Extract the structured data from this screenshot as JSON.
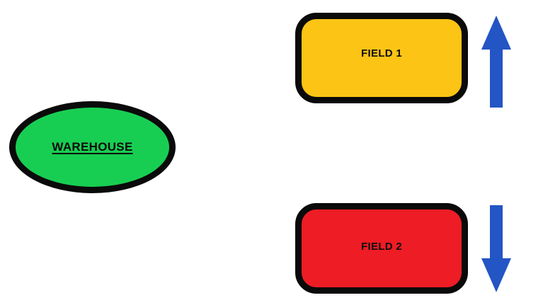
{
  "diagram": {
    "title": "warehouse-fields-flow-diagram",
    "nodes": {
      "warehouse": {
        "label": "WAREHOUSE",
        "shape": "ellipse",
        "fill": "#18ce52",
        "text_underlined": true
      },
      "field1": {
        "label": "FIELD 1",
        "shape": "rounded-rectangle",
        "fill": "#fcc415"
      },
      "field2": {
        "label": "FIELD 2",
        "shape": "rounded-rectangle",
        "fill": "#ee1c25"
      }
    },
    "arrows": {
      "up": {
        "name": "up-arrow",
        "direction": "up",
        "fill": "#2355c4"
      },
      "down": {
        "name": "down-arrow",
        "direction": "down",
        "fill": "#2355c4"
      }
    },
    "colors": {
      "outline": "#0a0a0a",
      "background": "#ffffff",
      "warehouse_green": "#18ce52",
      "field1_yellow": "#fcc415",
      "field2_red": "#ee1c25",
      "arrow_blue": "#2355c4"
    }
  }
}
